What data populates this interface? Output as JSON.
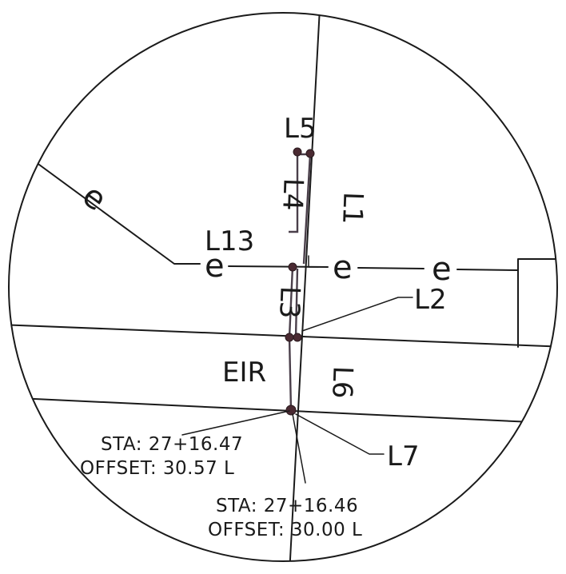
{
  "labels": {
    "l1": "L1",
    "l2": "L2",
    "l3": "L3",
    "l4": "L4",
    "l5": "L5",
    "l6": "L6",
    "l7": "L7",
    "l13": "L13",
    "road": "EIR",
    "electric": "e"
  },
  "station_left": {
    "sta": "STA:  27+16.47",
    "offset": "OFFSET:  30.57 L"
  },
  "station_right": {
    "sta": "STA:  27+16.46",
    "offset": "OFFSET:  30.00 L"
  }
}
